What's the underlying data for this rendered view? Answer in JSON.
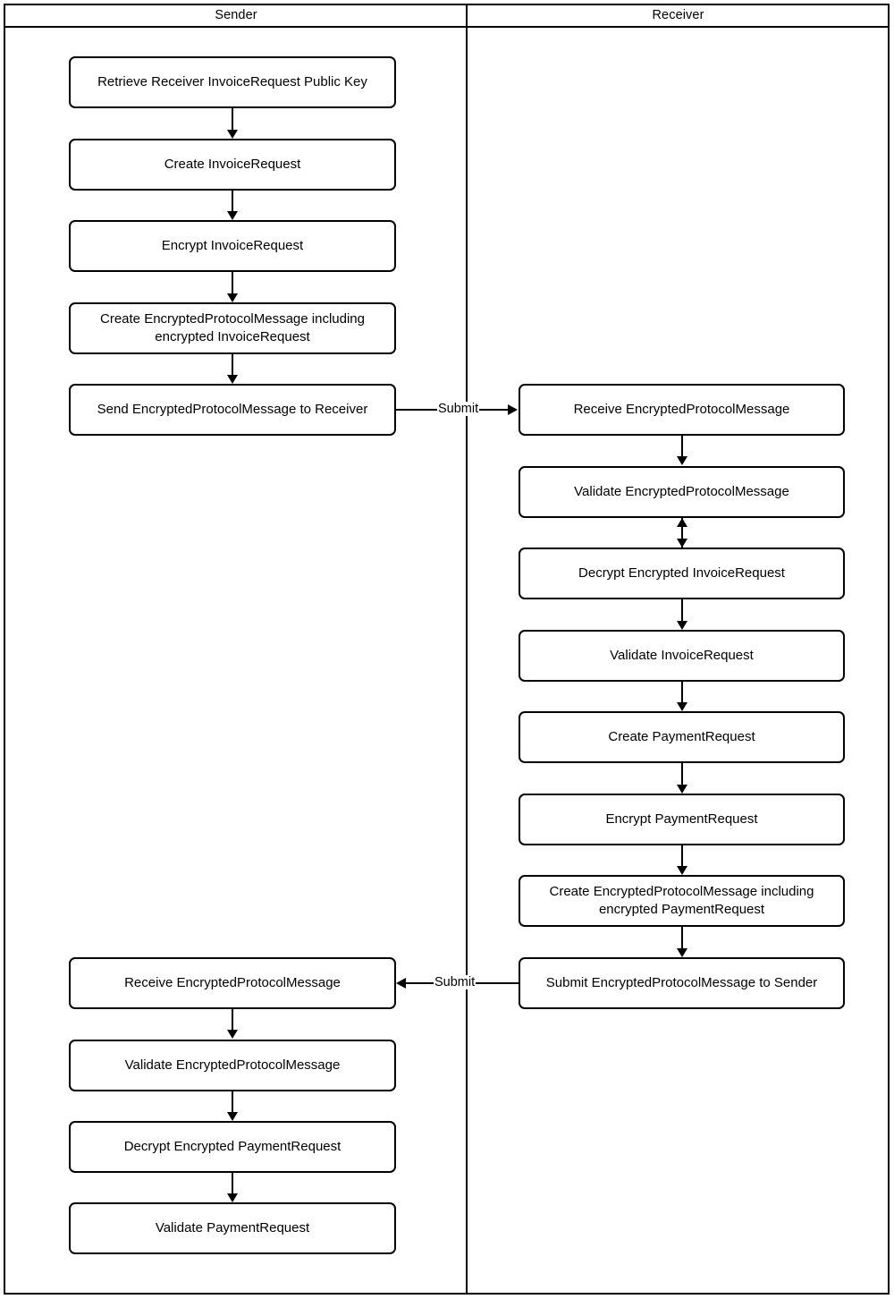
{
  "diagram": {
    "title": "",
    "type": "swimlane-flowchart",
    "lanes": [
      {
        "id": "sender",
        "label": "Sender"
      },
      {
        "id": "receiver",
        "label": "Receiver"
      }
    ],
    "nodes": {
      "sender": [
        {
          "id": "s1",
          "label": "Retrieve Receiver InvoiceRequest Public Key"
        },
        {
          "id": "s2",
          "label": "Create InvoiceRequest"
        },
        {
          "id": "s3",
          "label": "Encrypt InvoiceRequest"
        },
        {
          "id": "s4",
          "label": "Create EncryptedProtocolMessage including encrypted InvoiceRequest"
        },
        {
          "id": "s5",
          "label": "Send EncryptedProtocolMessage to Receiver"
        },
        {
          "id": "s6",
          "label": "Receive EncryptedProtocolMessage"
        },
        {
          "id": "s7",
          "label": "Validate EncryptedProtocolMessage"
        },
        {
          "id": "s8",
          "label": "Decrypt Encrypted PaymentRequest"
        },
        {
          "id": "s9",
          "label": "Validate PaymentRequest"
        }
      ],
      "receiver": [
        {
          "id": "r1",
          "label": "Receive EncryptedProtocolMessage"
        },
        {
          "id": "r2",
          "label": "Validate EncryptedProtocolMessage"
        },
        {
          "id": "r3",
          "label": "Decrypt Encrypted InvoiceRequest"
        },
        {
          "id": "r4",
          "label": "Validate InvoiceRequest"
        },
        {
          "id": "r5",
          "label": "Create PaymentRequest"
        },
        {
          "id": "r6",
          "label": "Encrypt PaymentRequest"
        },
        {
          "id": "r7",
          "label": "Create EncryptedProtocolMessage including encrypted PaymentRequest"
        },
        {
          "id": "r8",
          "label": "Submit EncryptedProtocolMessage to Sender"
        }
      ]
    },
    "edge_labels": {
      "submit_to_receiver": "Submit",
      "submit_to_sender": "Submit"
    },
    "colors": {
      "stroke": "#000000",
      "fill": "#ffffff",
      "text": "#000000"
    }
  }
}
